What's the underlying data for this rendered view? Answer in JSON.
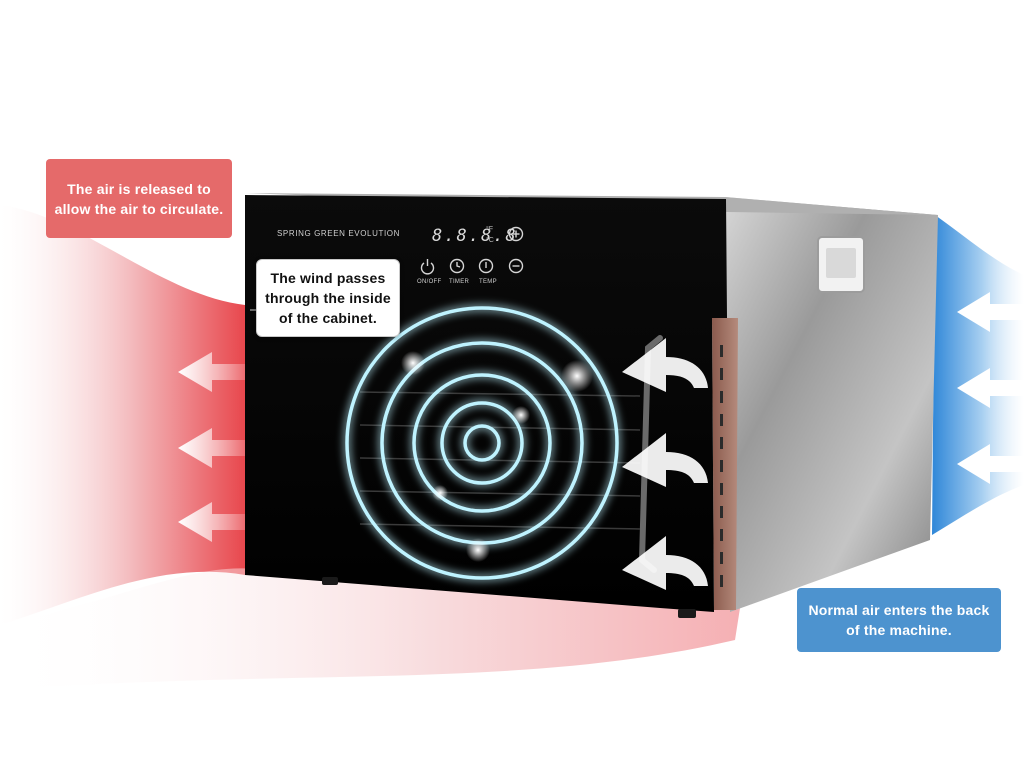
{
  "callouts": {
    "released": [
      "The air is released to",
      "allow the air to circulate."
    ],
    "wind": [
      "The wind passes",
      "through the inside",
      "of the cabinet."
    ],
    "normal": [
      "Normal air enters the back",
      "of the machine."
    ]
  },
  "machine": {
    "brand": "SPRING GREEN EVOLUTION",
    "display": "8.8.8.8",
    "units": [
      "°F",
      "°C"
    ],
    "controls": [
      "ON/OFF",
      "TIMER",
      "TEMP"
    ]
  },
  "colors": {
    "hot_air": "#e8474d",
    "cold_air": "#2f87d8",
    "red_callout": "#e56a6a",
    "blue_callout": "#4d93cf",
    "airflow_ring": "#bff3ff"
  },
  "icons": [
    "power-icon",
    "clock-icon",
    "thermometer-icon",
    "plus-icon",
    "minus-icon",
    "arrow-left-icon"
  ]
}
